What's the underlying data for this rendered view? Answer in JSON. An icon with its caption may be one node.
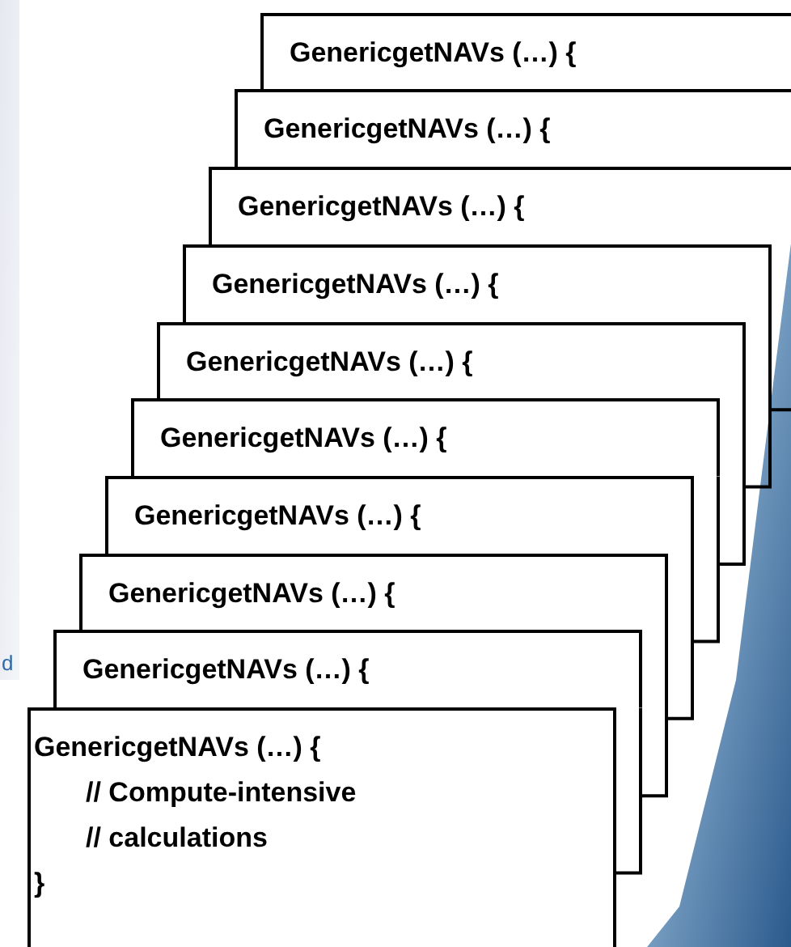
{
  "diagram": {
    "nodes": [
      {
        "text": [
          "GenericgetNAVs (…) {"
        ]
      },
      {
        "text": [
          "GenericgetNAVs (…) {"
        ]
      },
      {
        "text": [
          "GenericgetNAVs (…) {"
        ]
      },
      {
        "text": [
          "GenericgetNAVs (…) {"
        ]
      },
      {
        "text": [
          "GenericgetNAVs (…) {"
        ]
      },
      {
        "text": [
          "GenericgetNAVs (…) {"
        ]
      },
      {
        "text": [
          "GenericgetNAVs (…) {"
        ]
      },
      {
        "text": [
          "GenericgetNAVs (…) {"
        ]
      },
      {
        "text": [
          "GenericgetNAVs (…) {"
        ]
      },
      {
        "text": [
          "GenericgetNAVs (…) {",
          "// Compute-intensive",
          "// calculations",
          "}"
        ]
      }
    ],
    "labels": [
      "d"
    ]
  }
}
